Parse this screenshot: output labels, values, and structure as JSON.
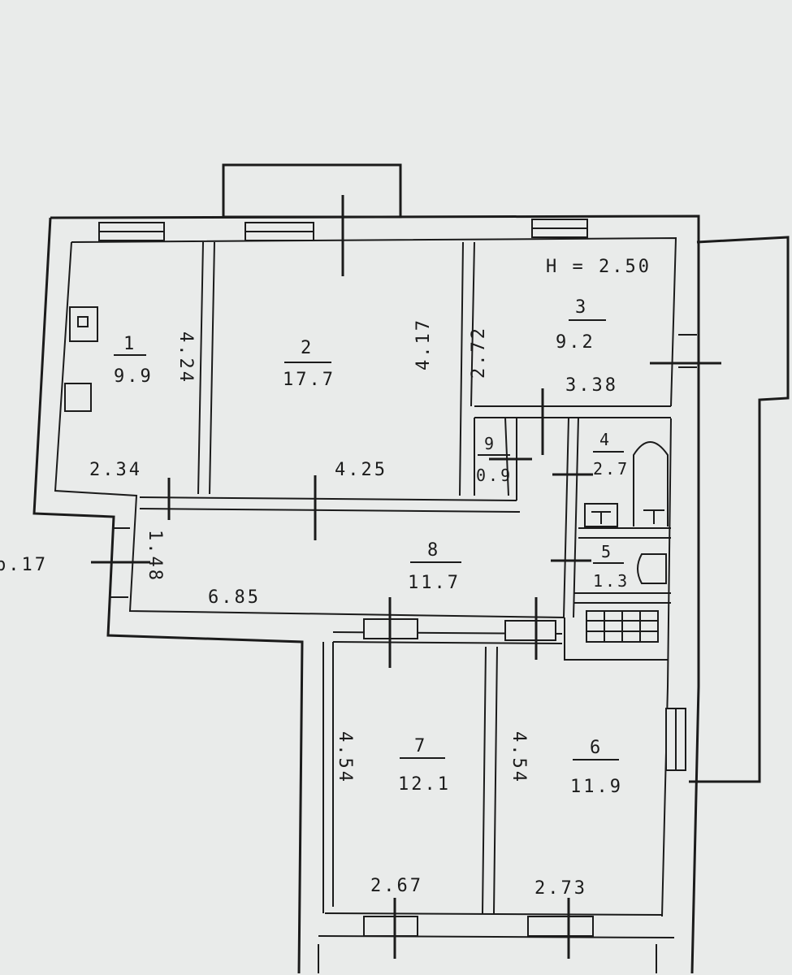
{
  "plan": {
    "height_label": "H = 2.50",
    "side_dimension": "b.17",
    "rooms": [
      {
        "id": "1",
        "number": "1",
        "area": "9.9",
        "width": "2.34",
        "length": "4.24"
      },
      {
        "id": "2",
        "number": "2",
        "area": "17.7",
        "width": "4.25",
        "length": "4.17"
      },
      {
        "id": "3",
        "number": "3",
        "area": "9.2",
        "width": "3.38",
        "length": "2.72"
      },
      {
        "id": "4",
        "number": "4",
        "area": "2.7"
      },
      {
        "id": "5",
        "number": "5",
        "area": "1.3"
      },
      {
        "id": "6",
        "number": "6",
        "area": "11.9",
        "width": "2.73",
        "length": "4.54"
      },
      {
        "id": "7",
        "number": "7",
        "area": "12.1",
        "width": "2.67",
        "length": "4.54"
      },
      {
        "id": "8",
        "number": "8",
        "area": "11.7",
        "width": "6.85",
        "length": "1.48"
      },
      {
        "id": "9",
        "number": "9",
        "area": "0.9"
      }
    ]
  }
}
